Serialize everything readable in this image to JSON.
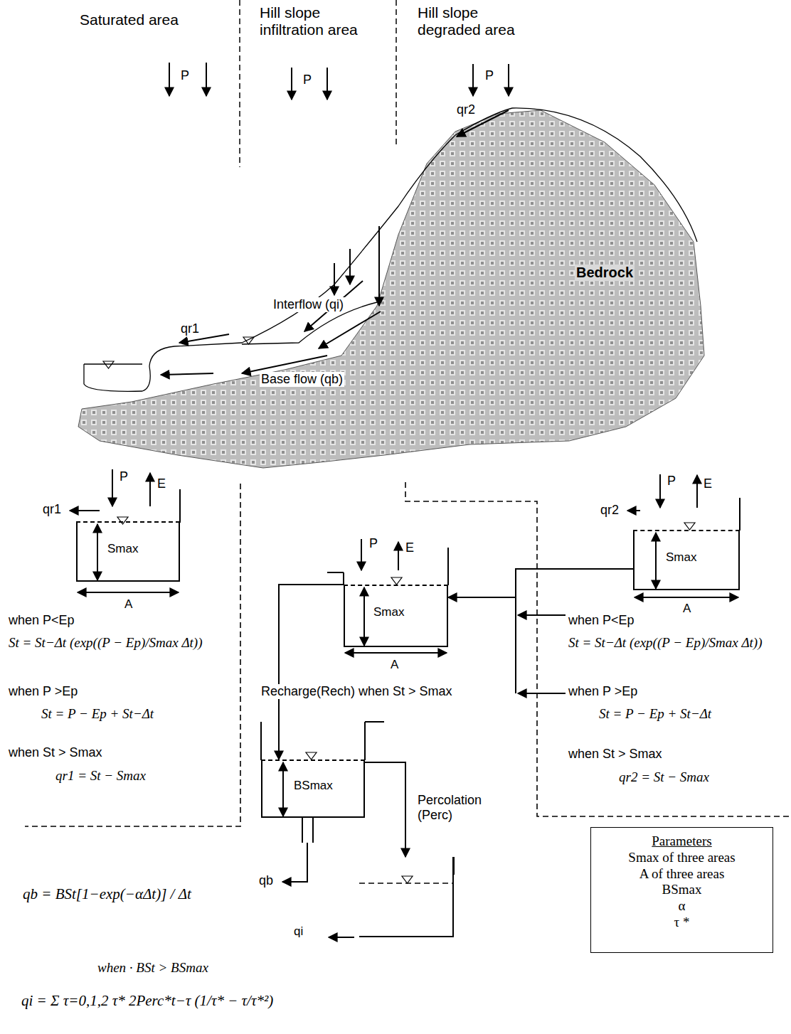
{
  "diagram": {
    "nodes": [
      {
        "text": [
          "Smax",
          "A"
        ]
      },
      {
        "text": [
          "Smax",
          "A"
        ]
      },
      {
        "text": [
          "Smax",
          "A"
        ]
      },
      {
        "text": [
          "BSmax"
        ]
      },
      {
        "text": [
          "qi"
        ]
      },
      {
        "text": [
          "Parameters",
          "Smax of three areas",
          "A of three areas",
          "BSmax",
          "α",
          "τ *"
        ]
      }
    ],
    "edges": [
      {
        "from": 1,
        "to": 3,
        "arrow": "to",
        "label": "Recharge(Rech) when St > Smax"
      },
      {
        "from": 3,
        "to": 4,
        "arrow": "to",
        "label": "Percolation (Perc)"
      },
      {
        "from": 2,
        "to": 1,
        "arrow": "to"
      }
    ],
    "labels": [
      "Saturated area",
      "Hill slope infiltration area",
      "Hill slope degraded area",
      "P",
      "P",
      "P",
      "qr2",
      "Bedrock",
      "Interflow (qi)",
      "qr1",
      "Base flow (qb)",
      "P",
      "E",
      "qr1",
      "when P<Ep",
      "St = St−Δt (exp((P − Ep)/Smax Δt))",
      "when P >Ep",
      "St = P − Ep + St−Δt",
      "when St > Smax",
      "qr1 = St − Smax",
      "P",
      "E",
      "P",
      "E",
      "qr2",
      "when P<Ep",
      "St = St−Δt (exp((P − Ep)/Smax Δt))",
      "when P >Ep",
      "St = P − Ep + St−Δt",
      "when St > Smax",
      "qr2 = St − Smax",
      "qb",
      "qb = BSt[1−exp(−αΔt)] / Δt",
      "when · BSt > BSmax",
      "qi = Σ τ=0,1,2 τ* 2Perc*t−τ (1/τ* − τ/τ*²)"
    ]
  }
}
